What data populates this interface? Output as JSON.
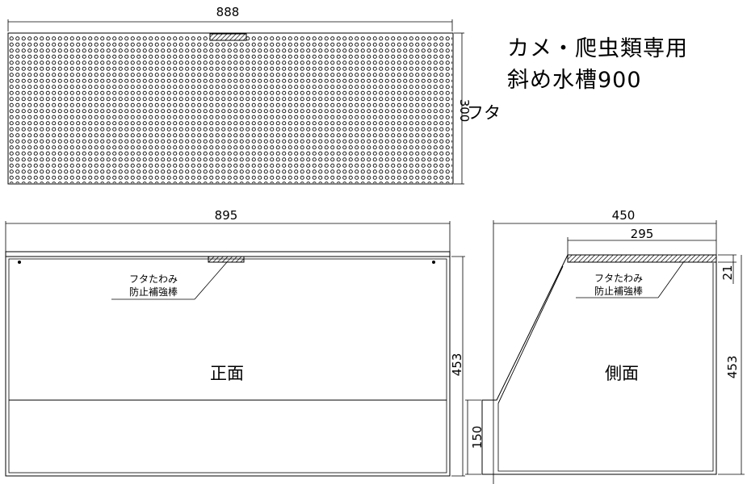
{
  "title": {
    "line1": "カメ・爬虫類専用",
    "line2": "斜め水槽900"
  },
  "lid": {
    "label": "フタ",
    "width_dim": "888",
    "depth_dim": "300"
  },
  "front": {
    "label": "正面",
    "width_dim": "895",
    "height_dim": "453",
    "lower_dim": "150",
    "brace_note_line1": "フタたわみ",
    "brace_note_line2": "防止補強棒"
  },
  "side": {
    "label": "側面",
    "width_dim": "450",
    "top_dim": "295",
    "brace_dim": "21",
    "height_dim": "453",
    "brace_note_line1": "フタたわみ",
    "brace_note_line2": "防止補強棒"
  }
}
